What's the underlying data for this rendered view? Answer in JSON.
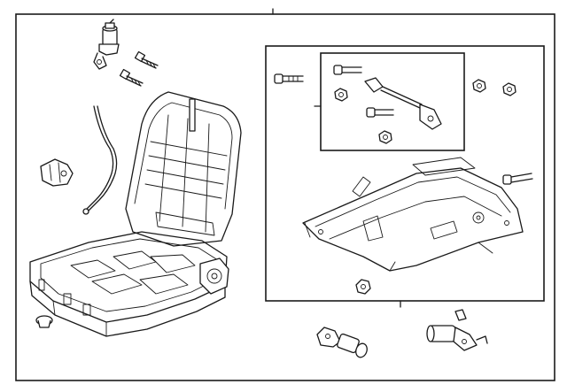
{
  "diagram": {
    "line_color": "#1a1a1a",
    "background_color": "#ffffff",
    "text_labels": [],
    "parts": [
      {
        "name": "seat-assembly"
      },
      {
        "name": "cushion-frame"
      },
      {
        "name": "seatback-frame"
      },
      {
        "name": "harness-cable"
      },
      {
        "name": "bracket"
      },
      {
        "name": "height-adjust-motor"
      },
      {
        "name": "track-assembly"
      },
      {
        "name": "lumbar-motor"
      },
      {
        "name": "recline-motor"
      },
      {
        "name": "grommet-plug"
      },
      {
        "name": "bolts"
      },
      {
        "name": "nuts"
      }
    ]
  }
}
